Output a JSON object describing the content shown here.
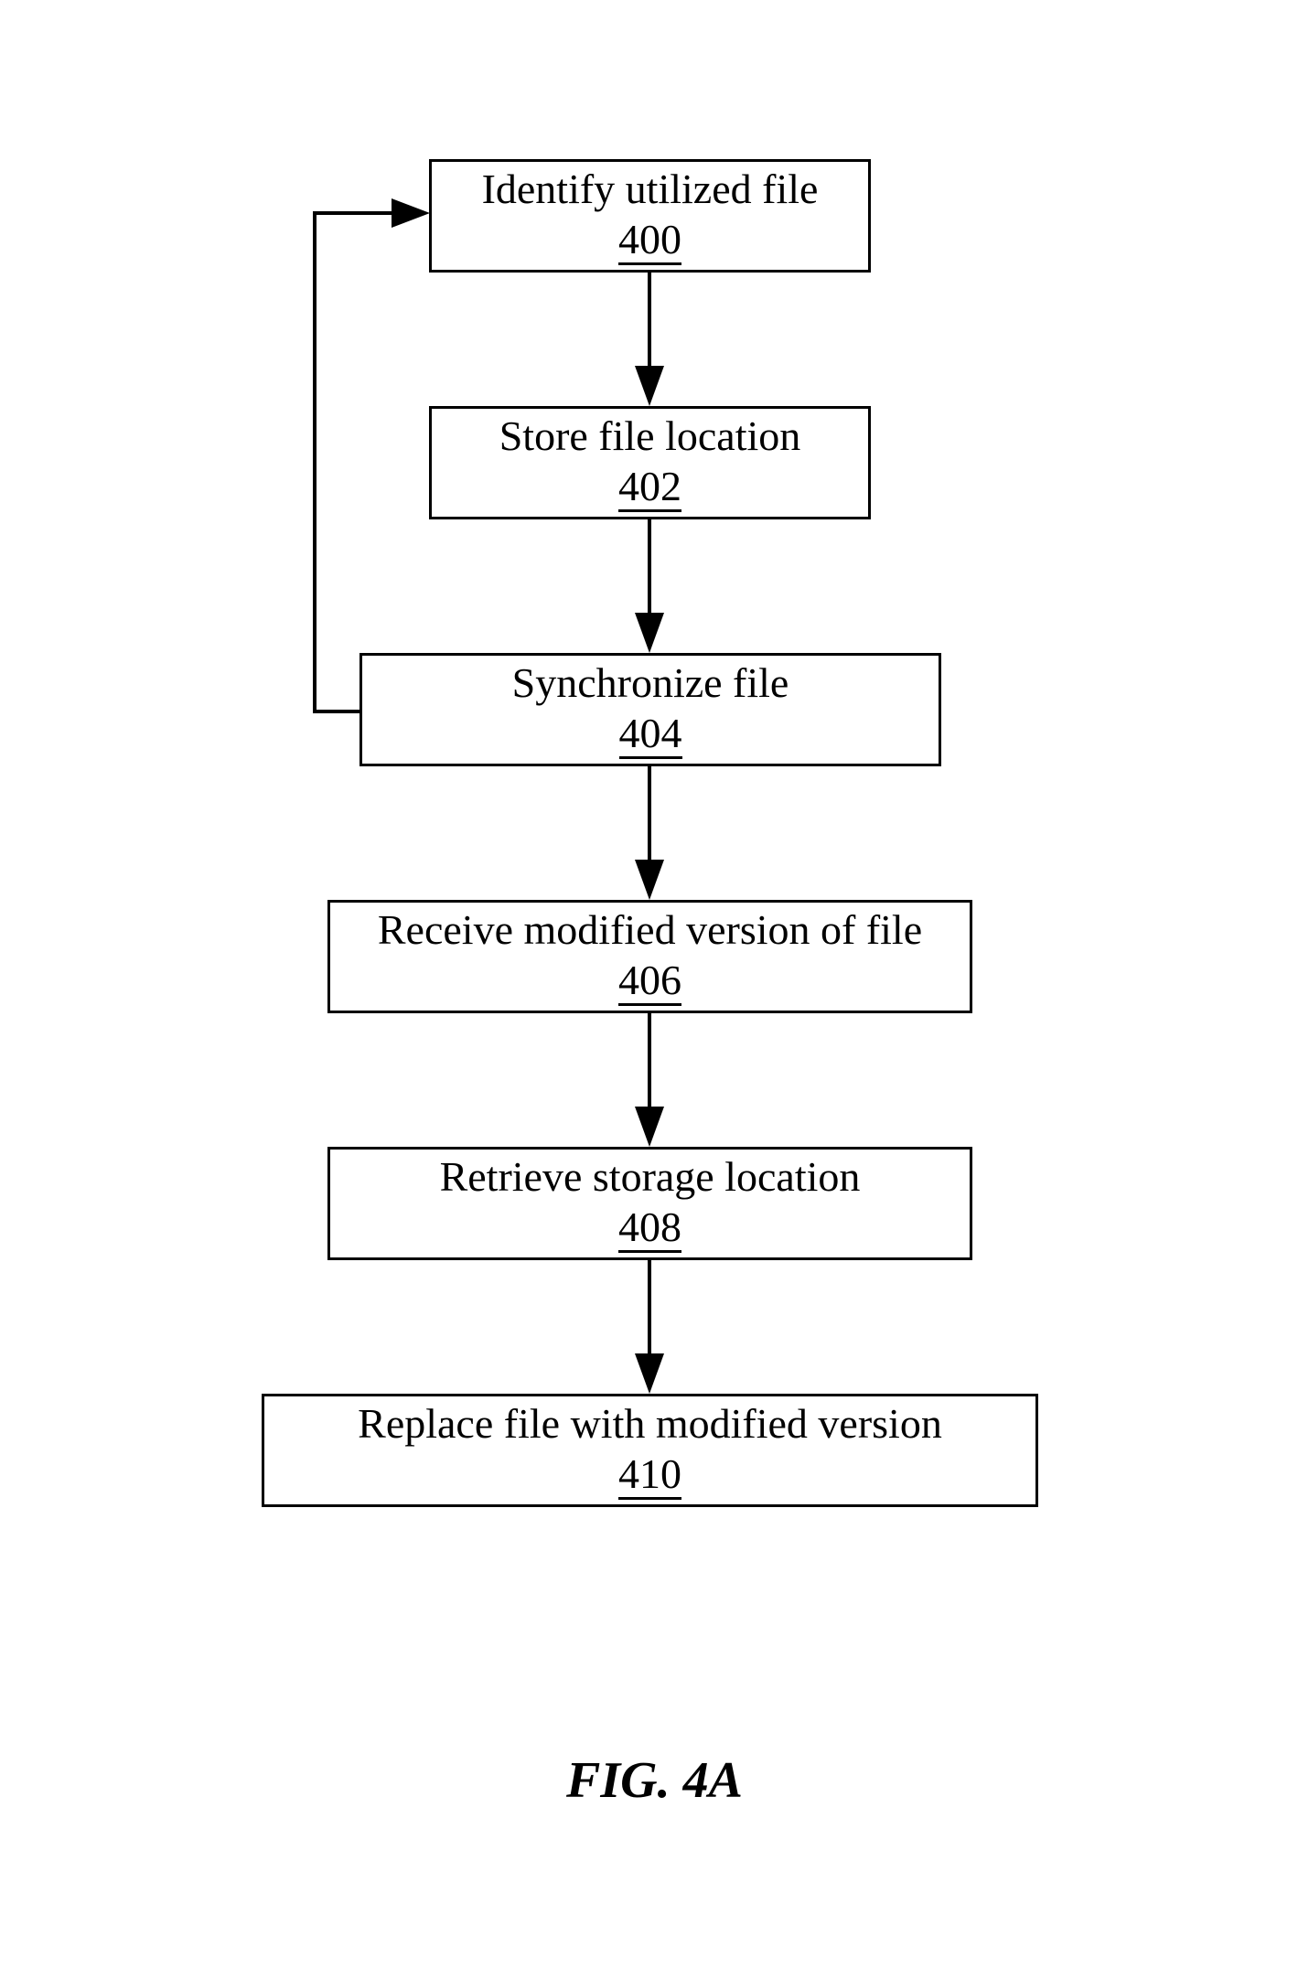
{
  "figure": {
    "caption": "FIG. 4A"
  },
  "steps": [
    {
      "label": "Identify utilized file",
      "ref": "400"
    },
    {
      "label": "Store file location",
      "ref": "402"
    },
    {
      "label": "Synchronize file",
      "ref": "404"
    },
    {
      "label": "Receive modified version of file",
      "ref": "406"
    },
    {
      "label": "Retrieve storage location",
      "ref": "408"
    },
    {
      "label": "Replace file with modified version",
      "ref": "410"
    }
  ],
  "edges": [
    {
      "from": "400",
      "to": "402"
    },
    {
      "from": "402",
      "to": "404"
    },
    {
      "from": "404",
      "to": "400"
    },
    {
      "from": "404",
      "to": "406"
    },
    {
      "from": "406",
      "to": "408"
    },
    {
      "from": "408",
      "to": "410"
    }
  ]
}
